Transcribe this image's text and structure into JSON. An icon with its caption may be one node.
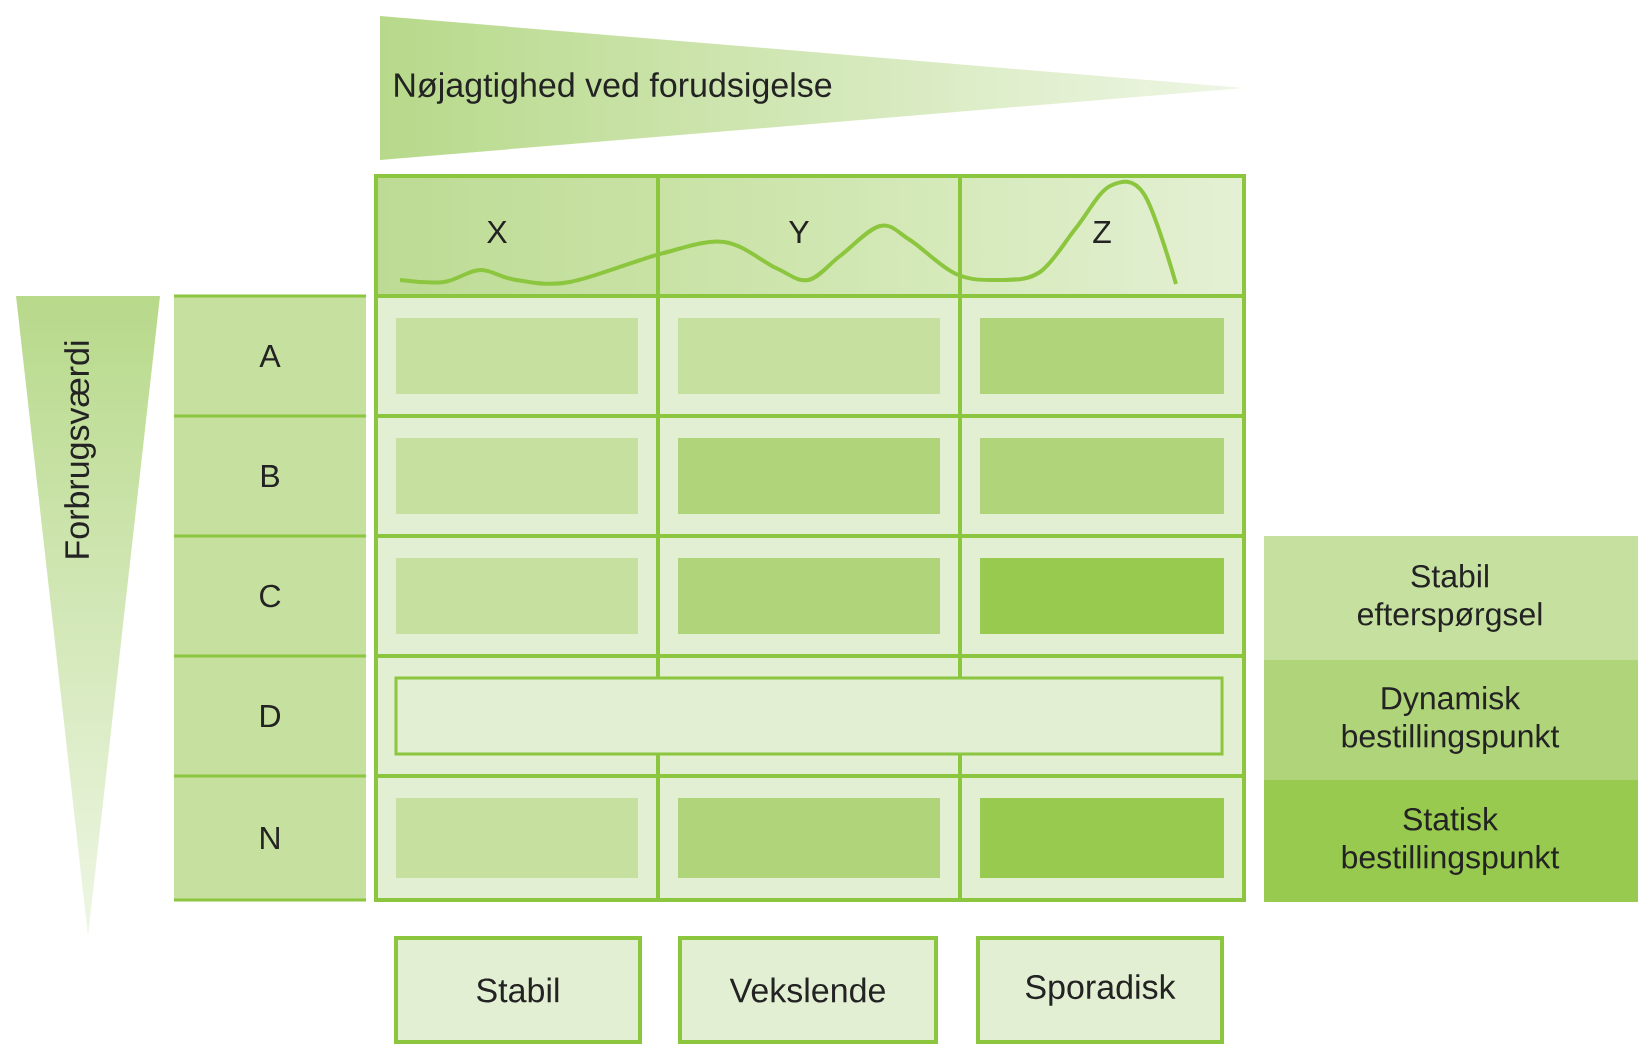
{
  "diagram": {
    "nodes": [
      {
        "text": [
          "Nøjagtighed ved forudsigelse"
        ]
      },
      {
        "text": [
          "Forbrugsværdi"
        ]
      },
      {
        "text": [
          "X"
        ]
      },
      {
        "text": [
          "Y"
        ]
      },
      {
        "text": [
          "Z"
        ]
      },
      {
        "text": [
          "A"
        ]
      },
      {
        "text": [
          "B"
        ]
      },
      {
        "text": [
          "C"
        ]
      },
      {
        "text": [
          "D"
        ]
      },
      {
        "text": [
          "N"
        ]
      },
      {
        "text": [],
        "shape": "box"
      },
      {
        "text": [],
        "shape": "box"
      },
      {
        "text": [],
        "shape": "box"
      },
      {
        "text": [],
        "shape": "box"
      },
      {
        "text": [],
        "shape": "box"
      },
      {
        "text": [],
        "shape": "box"
      },
      {
        "text": [],
        "shape": "box"
      },
      {
        "text": [],
        "shape": "box"
      },
      {
        "text": [],
        "shape": "box"
      },
      {
        "text": [],
        "shape": "box"
      },
      {
        "text": [],
        "shape": "box"
      },
      {
        "text": [],
        "shape": "box"
      },
      {
        "text": [],
        "shape": "box"
      },
      {
        "text": [
          "Stabil"
        ]
      },
      {
        "text": [
          "Vekslende"
        ]
      },
      {
        "text": [
          "Sporadisk"
        ]
      }
    ],
    "legend": [
      {
        "text": "Stabil efterspørgsel",
        "color": "#c5e09f"
      },
      {
        "text": "Dynamisk bestillingspunkt",
        "color": "#b0d47a"
      },
      {
        "text": "Statisk bestillingspunkt",
        "color": "#98ca4f"
      }
    ]
  }
}
